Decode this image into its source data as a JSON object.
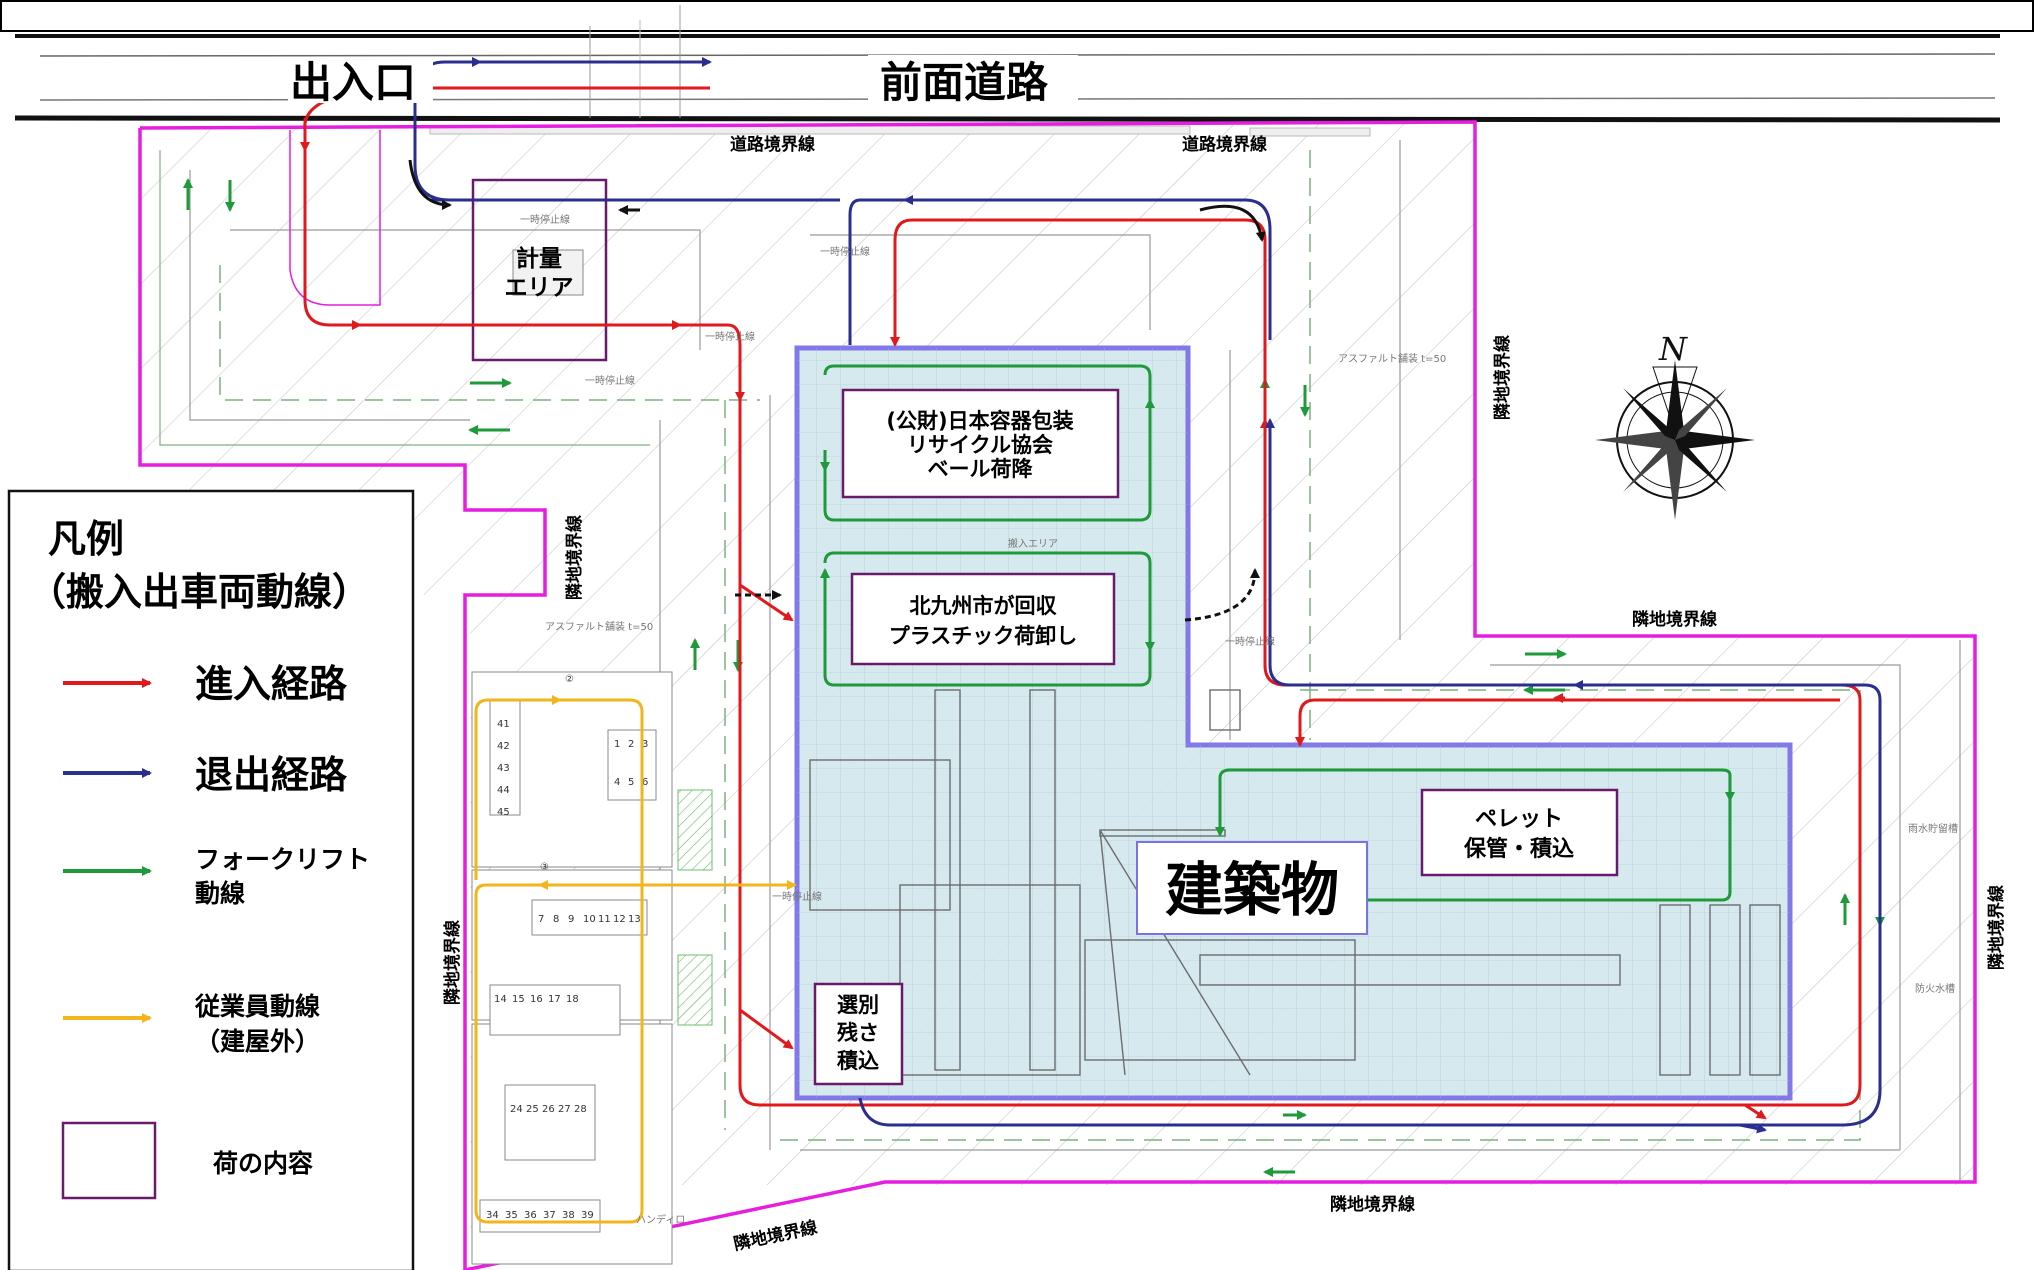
{
  "map": {
    "entrance_label": "出入口",
    "front_road_label": "前面道路",
    "road_boundary_labels": [
      "道路境界線",
      "道路境界線"
    ],
    "neighbor_boundary_labels": [
      "隣地境界線",
      "隣地境界線",
      "隣地境界線",
      "隣地境界線",
      "隣地境界線",
      "隣地境界線",
      "隣地境界線"
    ],
    "weighing_area": [
      "計量",
      "エリア"
    ],
    "building_label": "建築物",
    "zones": {
      "association_bale": [
        "(公財)日本容器包装",
        "リサイクル協会",
        "ベール荷降"
      ],
      "city_plastic": [
        "北九州市が回収",
        "プラスチック荷卸し"
      ],
      "pellet": [
        "ペレット",
        "保管・積込"
      ],
      "residue": [
        "選別",
        "残さ",
        "積込"
      ]
    },
    "stop_line_labels": [
      "一時停止線",
      "一時停止線",
      "一時停止線",
      "一時停止線",
      "一時停止線",
      "一時停止線"
    ],
    "plan_annotations": [
      "搬入エリア",
      "アスファルト舗装 t=50",
      "アスファルト舗装 t=50",
      "ハンディロ",
      "雨水貯留槽",
      "防火水槽"
    ],
    "parking_numbers": {
      "block_a": [
        "41",
        "42",
        "43",
        "44",
        "45"
      ],
      "block_b": [
        "1",
        "2",
        "3",
        "4",
        "5",
        "6"
      ],
      "row_c": [
        "7",
        "8",
        "9",
        "10",
        "11",
        "12",
        "13"
      ],
      "row_d": [
        "14",
        "15",
        "16",
        "17",
        "18"
      ],
      "row_e": [
        "24",
        "25",
        "26",
        "27",
        "28"
      ],
      "row_f": [
        "34",
        "35",
        "36",
        "37",
        "38",
        "39"
      ]
    },
    "parking_markers": [
      "②",
      "③"
    ]
  },
  "legend": {
    "title": "凡例",
    "subtitle": "（搬入出車両動線）",
    "items": [
      {
        "label": "進入経路",
        "color": "#e0191c"
      },
      {
        "label": "退出経路",
        "color": "#2a2f8f"
      },
      {
        "label_lines": [
          "フォークリフト",
          "動線"
        ],
        "color": "#1f9a3a"
      },
      {
        "label_lines": [
          "従業員動線",
          "（建屋外）"
        ],
        "color": "#f2b51c"
      },
      {
        "label": "荷の内容",
        "color": "#6a1a6a"
      }
    ]
  },
  "colors": {
    "entry_route": "#e0191c",
    "exit_route": "#2a2f8f",
    "forklift_route": "#1f9a3a",
    "employee_route": "#f2b51c",
    "property_boundary": "#e61ee0",
    "building_outline": "#7b72e6",
    "building_fill": "#d4e8ee",
    "content_box": "#6a1a6a"
  }
}
